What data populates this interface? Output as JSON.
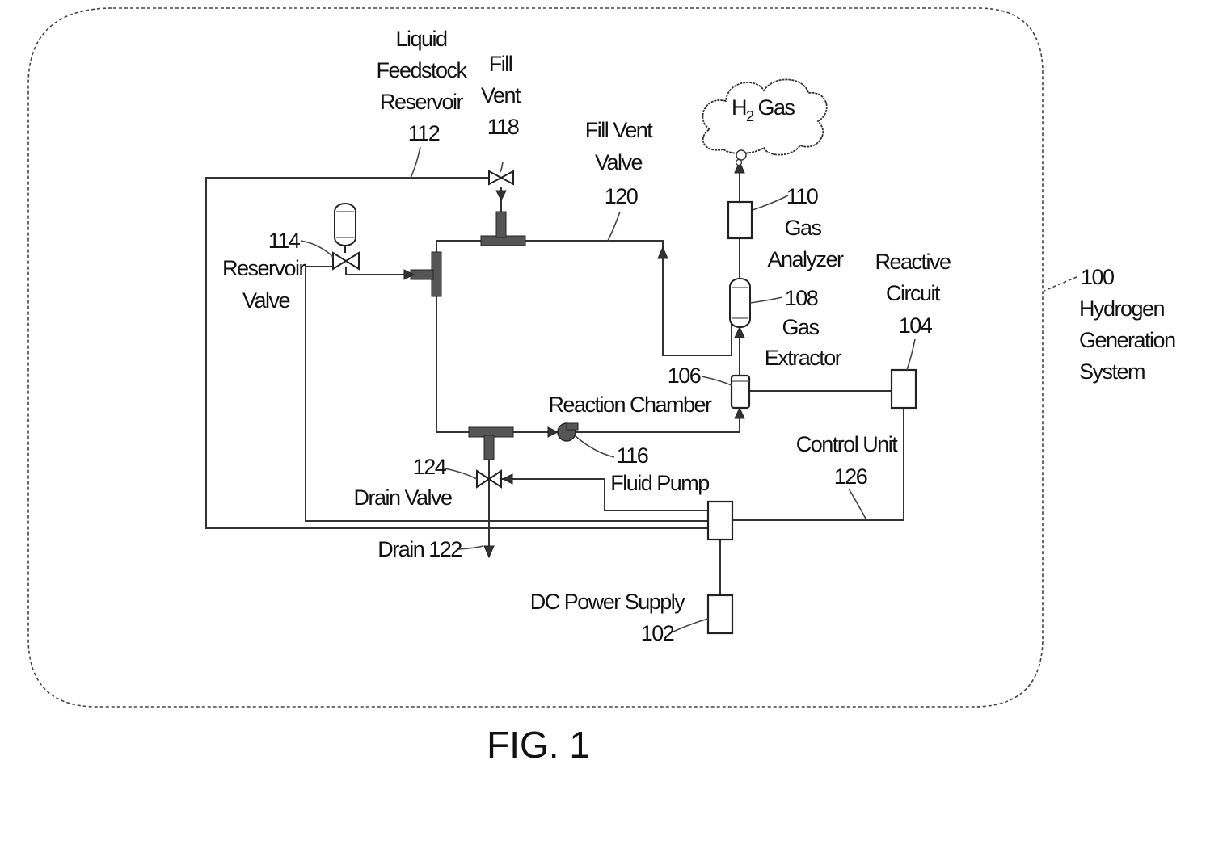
{
  "figure_caption": "FIG. 1",
  "labels": {
    "liquid_reservoir": [
      "Liquid",
      "Feedstock",
      "Reservoir",
      "112"
    ],
    "fill_vent": [
      "Fill",
      "Vent",
      "118"
    ],
    "fill_vent_valve": [
      "Fill Vent",
      "Valve",
      "120"
    ],
    "h2_gas": {
      "h": "H",
      "sub": "2",
      "rest": " Gas"
    },
    "gas_analyzer_num": "110",
    "gas_analyzer": [
      "Gas",
      "Analyzer"
    ],
    "reservoir_valve_num": "114",
    "reservoir_valve": [
      "Reservoir",
      "Valve"
    ],
    "gas_extractor_num": "108",
    "gas_extractor": [
      "Gas",
      "Extractor"
    ],
    "reactive_circuit": [
      "Reactive",
      "Circuit",
      "104"
    ],
    "hydrogen_system": [
      "100",
      "Hydrogen",
      "Generation",
      "System"
    ],
    "reaction_chamber_num": "106",
    "reaction_chamber": "Reaction Chamber",
    "control_unit": [
      "Control Unit",
      "126"
    ],
    "fluid_pump_num": "116",
    "fluid_pump": "Fluid Pump",
    "drain_valve_num": "124",
    "drain_valve": "Drain Valve",
    "drain": "Drain 122",
    "dc_power_supply": "DC Power Supply",
    "dc_power_supply_num": "102"
  }
}
